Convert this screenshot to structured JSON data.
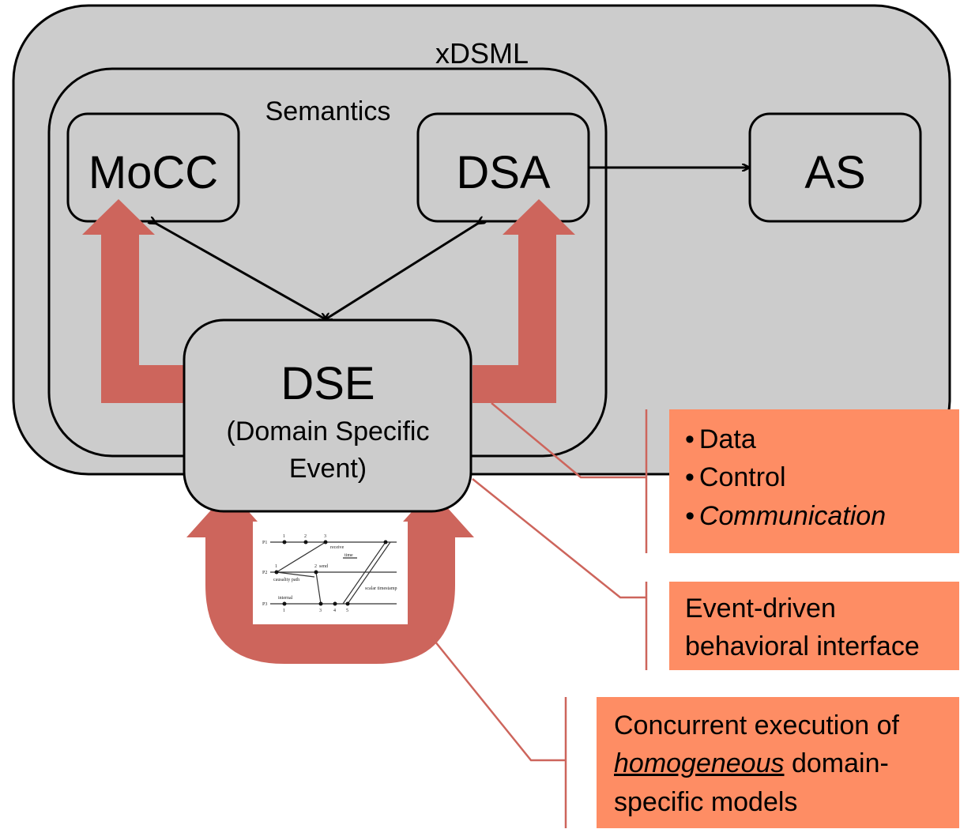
{
  "diagram": {
    "outer_title": "xDSML",
    "semantics_title": "Semantics",
    "mocc": "MoCC",
    "dsa": "DSA",
    "as": "AS",
    "dse_title": "DSE",
    "dse_sub1": "(Domain Specific",
    "dse_sub2": "Event)"
  },
  "callouts": {
    "bullets": [
      "Data",
      "Control",
      "Communication"
    ],
    "event_line1": "Event-driven",
    "event_line2": "behavioral interface",
    "concurrent_line1": "Concurrent execution of",
    "concurrent_emph": "homogeneous",
    "concurrent_rest": " domain-",
    "concurrent_line3": "specific models"
  },
  "timing": {
    "process_labels": [
      "P1",
      "P2",
      "P3"
    ],
    "annotations": [
      "receive",
      "send",
      "time",
      "causality path",
      "internal",
      "scalar timestamp"
    ],
    "p1_ticks": [
      "1",
      "2",
      "3"
    ],
    "p2_ticks": [
      "1",
      "2"
    ],
    "p3_ticks": [
      "1",
      "3",
      "4",
      "5"
    ]
  },
  "colors": {
    "panel": "#cccccc",
    "arrow": "#cd655c",
    "callout": "#fe8d64",
    "connector": "#cd655c"
  }
}
